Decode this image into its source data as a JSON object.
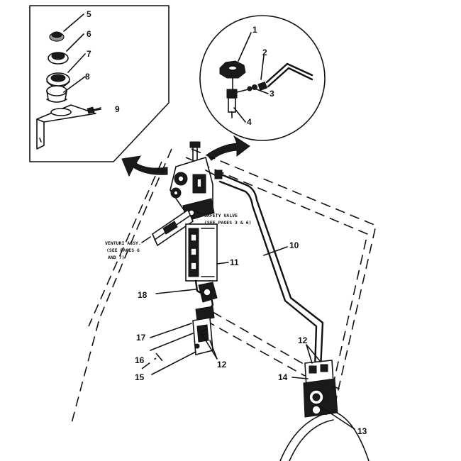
{
  "callouts": [
    "1",
    "2",
    "3",
    "4",
    "5",
    "6",
    "7",
    "8",
    "9",
    "10",
    "11",
    "12",
    "12",
    "13",
    "14",
    "15",
    "16",
    "17",
    "18"
  ],
  "notes": {
    "safety_valve": [
      "SAFETY VALVE",
      "(SEE PAGES 3 & 6)"
    ],
    "venturi": [
      "VENTURI ASSY.",
      "(SEE PAGES 6",
      "AND 7)"
    ]
  },
  "colors": {
    "ink": "#111111",
    "paper": "#ffffff"
  }
}
